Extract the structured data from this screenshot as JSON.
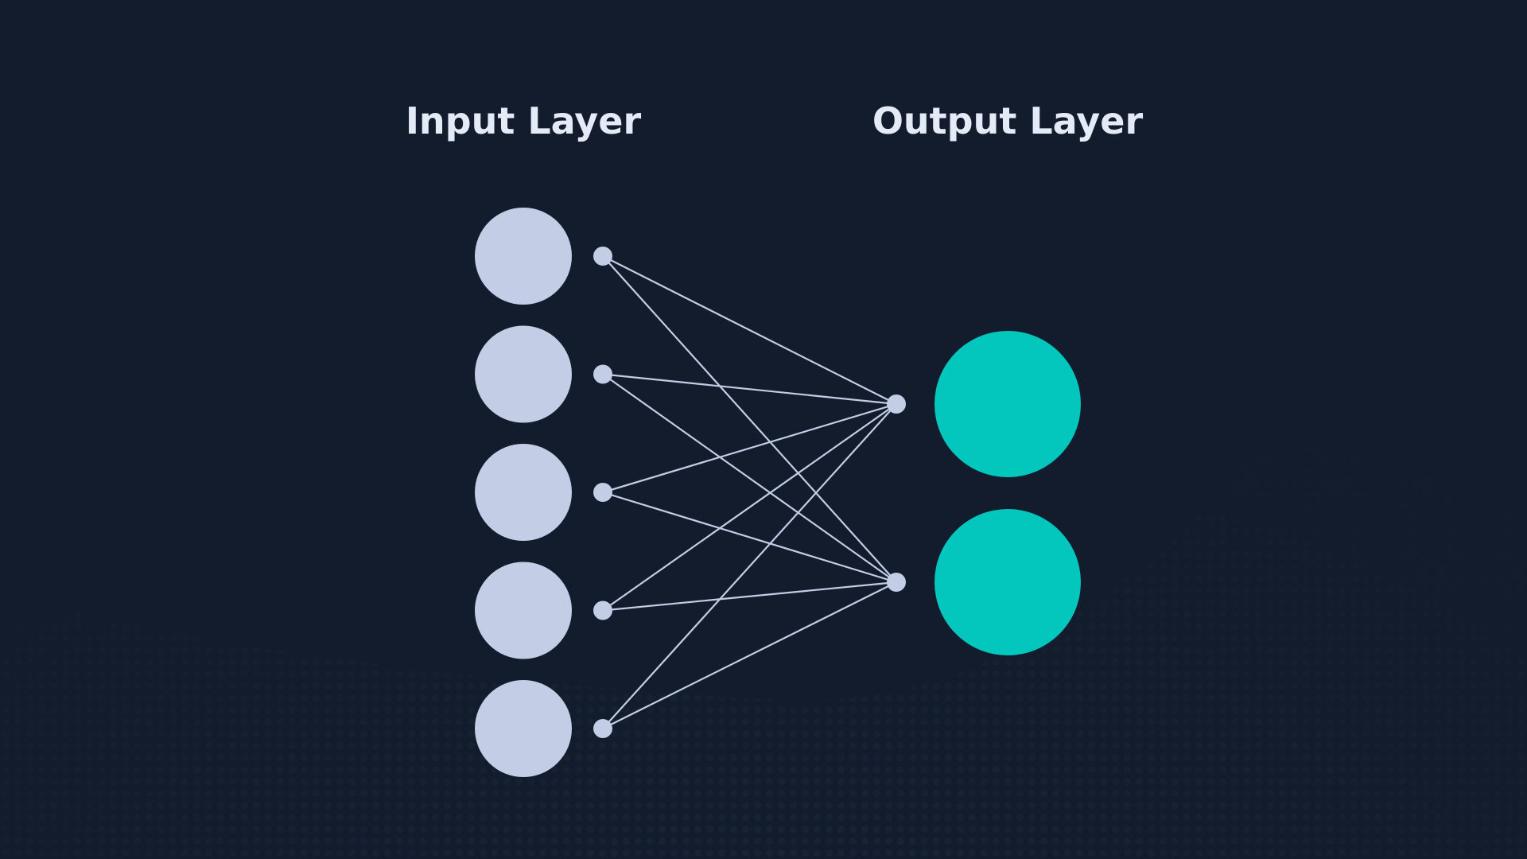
{
  "diagram": {
    "input_layer": {
      "title": "Input Layer",
      "neuron_count": 5,
      "neuron_color": "#c3cde6"
    },
    "output_layer": {
      "title": "Output Layer",
      "neuron_count": 2,
      "neuron_color": "#03c6bd"
    },
    "connections": "fully-connected",
    "edge_color": "#c3cde6",
    "background_color": "#131c2c",
    "title_color": "#e4eaf6"
  }
}
